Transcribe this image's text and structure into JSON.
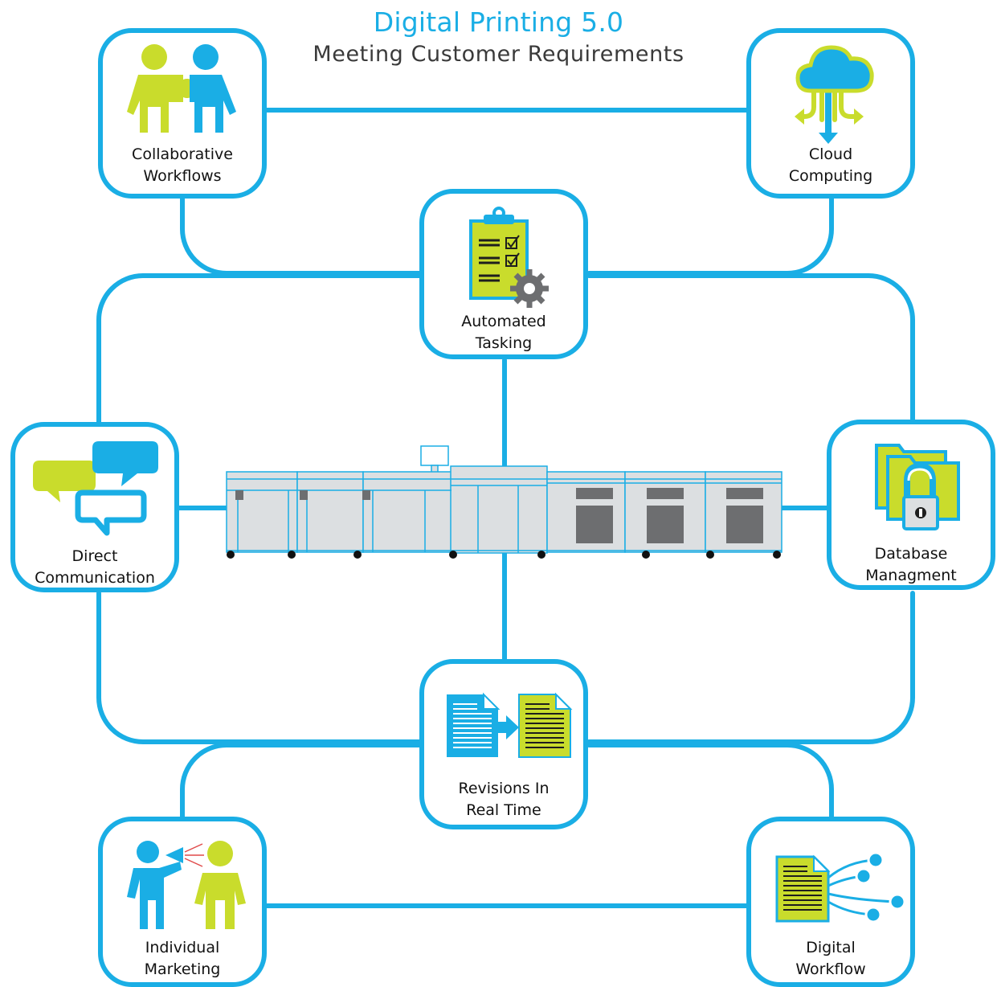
{
  "title": "Digital Printing 5.0",
  "subtitle": "Meeting Customer Requirements",
  "colors": {
    "accent_blue": "#1aaee5",
    "accent_lime": "#c9dc2c",
    "printer_gray": "#dcdfe1",
    "window_gray": "#6d6e70"
  },
  "center_image": {
    "name": "digital-press-printer"
  },
  "nodes": {
    "collaborative": {
      "line1": "Collaborative",
      "line2": "Workflows",
      "icon": "two-people-puzzle-icon"
    },
    "cloud": {
      "line1": "Cloud",
      "line2": "Computing",
      "icon": "cloud-arrows-icon"
    },
    "automated": {
      "line1": "Automated",
      "line2": "Tasking",
      "icon": "clipboard-gear-icon"
    },
    "communication": {
      "line1": "Direct",
      "line2": "Communication",
      "icon": "speech-bubbles-icon"
    },
    "database": {
      "line1": "Database",
      "line2": "Managment",
      "icon": "folder-lock-icon"
    },
    "revisions": {
      "line1": "Revisions In",
      "line2": "Real Time",
      "icon": "document-transfer-icon"
    },
    "marketing": {
      "line1": "Individual",
      "line2": "Marketing",
      "icon": "megaphone-people-icon"
    },
    "digital": {
      "line1": "Digital",
      "line2": "Workflow",
      "icon": "document-network-icon"
    }
  }
}
